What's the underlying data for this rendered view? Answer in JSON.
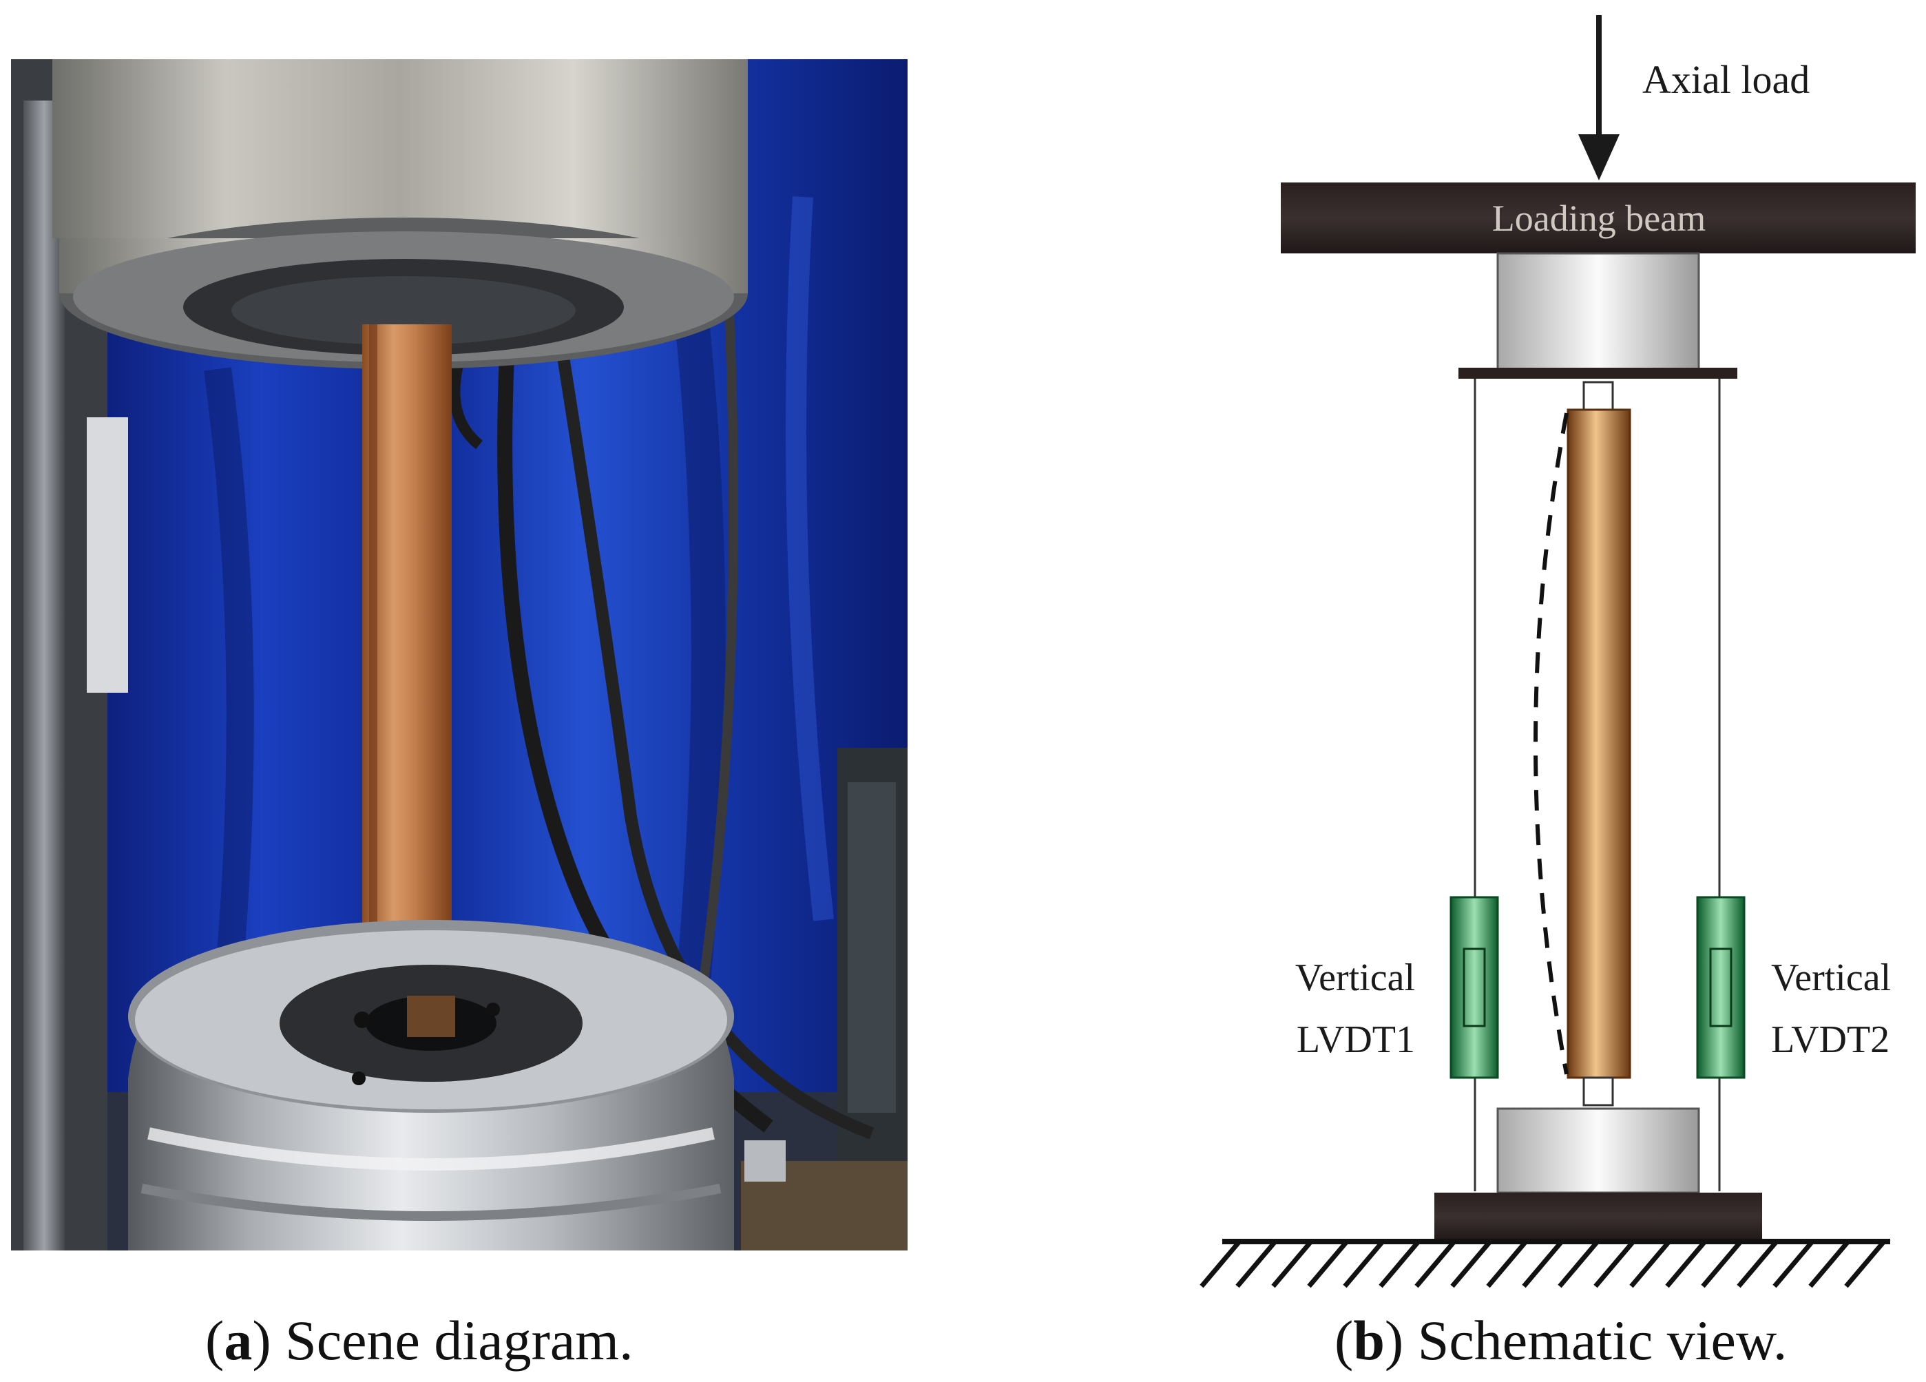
{
  "panel_a": {
    "caption_letter": "a",
    "caption_text": "Scene diagram.",
    "photo_description_free": true
  },
  "panel_b": {
    "caption_letter": "b",
    "caption_text": "Schematic view.",
    "labels": {
      "axial_load": "Axial load",
      "loading_beam": "Loading beam",
      "lvdt1_line1": "Vertical",
      "lvdt1_line2": "LVDT1",
      "lvdt2_line1": "Vertical",
      "lvdt2_line2": "LVDT2"
    }
  },
  "colors": {
    "beam": "#2b2222",
    "specimen": "#9a5a1e",
    "lvdt": "#1e8a45",
    "curtain": "#1c3fb8",
    "steel": "#b8bcc0"
  }
}
